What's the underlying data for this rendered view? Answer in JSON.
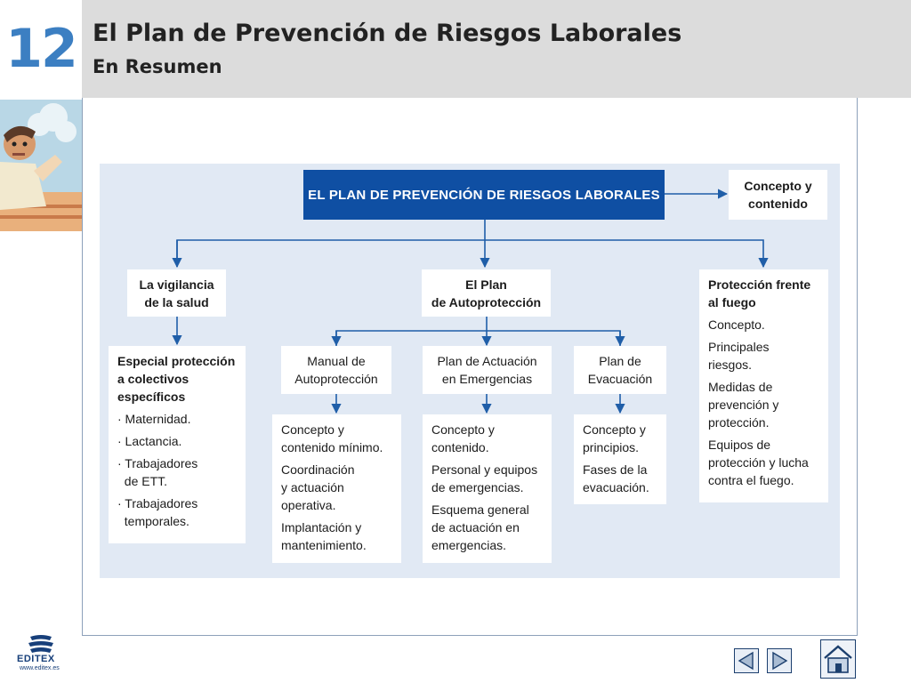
{
  "header": {
    "chapter": "12",
    "title": "El Plan de Prevención de Riesgos Laborales",
    "subtitle": "En Resumen"
  },
  "diagram": {
    "main": "EL PLAN DE PREVENCIÓN DE RIESGOS LABORALES",
    "concepto": [
      "Concepto y",
      "contenido"
    ],
    "vigilancia": [
      "La vigilancia",
      "de la salud"
    ],
    "autoproteccion": [
      "El Plan",
      "de Autoprotección"
    ],
    "fuego": {
      "title": [
        "Protección frente",
        "al fuego"
      ],
      "items": [
        "Concepto.",
        "Principales\nriesgos.",
        "Medidas de\nprevención y\nprotección.",
        "Equipos de\nprotección y lucha\ncontra el fuego."
      ]
    },
    "especial": {
      "title": [
        "Especial protección",
        "a colectivos",
        "específicos"
      ],
      "items": [
        "· Maternidad.",
        "· Lactancia.",
        "· Trabajadores\n  de ETT.",
        "· Trabajadores\n  temporales."
      ]
    },
    "manual": [
      "Manual de",
      "Autoprotección"
    ],
    "actuacion": [
      "Plan de Actuación",
      "en Emergencias"
    ],
    "evacuacion": [
      "Plan de",
      "Evacuación"
    ],
    "manual_detail": [
      "Concepto y\ncontenido mínimo.",
      "Coordinación\ny actuación\noperativa.",
      "Implantación y\nmantenimiento."
    ],
    "actuacion_detail": [
      "Concepto y\ncontenido.",
      "Personal y equipos\nde emergencias.",
      "Esquema general\nde actuación en\nemergencias."
    ],
    "evacuacion_detail": [
      "Concepto y\nprincipios.",
      "Fases de la\nevacuación."
    ]
  },
  "brand": {
    "name": "EDITEX",
    "url": "www.editex.es"
  },
  "colors": {
    "accent": "#0f4fa3",
    "chapter": "#3c7fc2",
    "diagram_bg": "#e1e9f4",
    "header_bg": "#dcdcdc"
  }
}
